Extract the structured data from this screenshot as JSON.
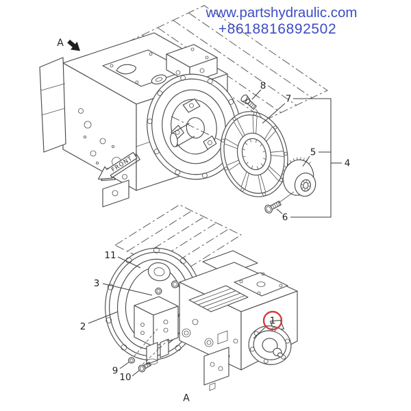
{
  "header": {
    "website": "www.partshydraulic.com",
    "phone": "+8618816892502",
    "text_color": "#3d4cc4"
  },
  "diagram": {
    "line_color": "#4a4a4a",
    "highlight_color": "#d43c3c",
    "view_label_top": "A",
    "view_label_bottom": "A",
    "front_label": "FRONT",
    "callouts": {
      "c1": "1",
      "c2": "2",
      "c3": "3",
      "c4": "4",
      "c5": "5",
      "c6": "6",
      "c7": "7",
      "c8": "8",
      "c9": "9",
      "c10": "10",
      "c11": "11"
    }
  }
}
